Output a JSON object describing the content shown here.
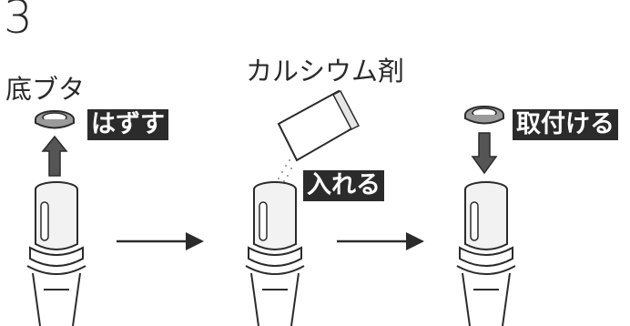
{
  "step_number": "3",
  "labels": {
    "bottom_cap": "底ブタ",
    "remove": "はずす",
    "calcium_agent": "カルシウム剤",
    "insert": "入れる",
    "attach": "取付ける"
  },
  "colors": {
    "ink": "#2b2b2b",
    "arrow_gray": "#555555",
    "cap_fill": "#9a9a9a",
    "cylinder_fill": "#f2f2f2",
    "powder": "#888888"
  },
  "icons": [
    "cap-icon",
    "up-arrow-icon",
    "down-arrow-icon",
    "right-arrow-icon",
    "calcium-bag-icon",
    "cartridge-icon"
  ]
}
